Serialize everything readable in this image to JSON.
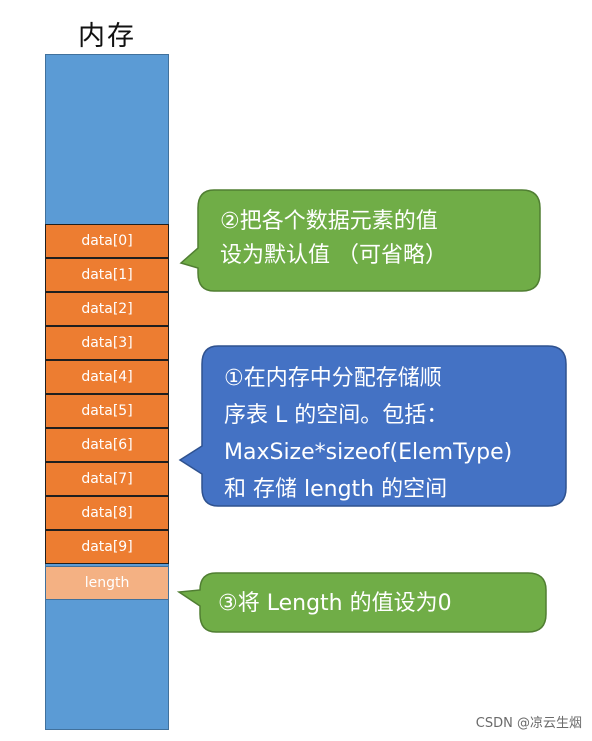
{
  "title": "内存",
  "cells": [
    "data[0]",
    "data[1]",
    "data[2]",
    "data[3]",
    "data[4]",
    "data[5]",
    "data[6]",
    "data[7]",
    "data[8]",
    "data[9]",
    "length"
  ],
  "callouts": {
    "green_top": {
      "lines": [
        "②把各个数据元素的值",
        "设为默认值 （可省略）"
      ]
    },
    "blue_middle": {
      "lines": [
        "①在内存中分配存储顺",
        "序表 L 的空间。包括：",
        "MaxSize*sizeof(ElemType)",
        "和 存储 length 的空间"
      ]
    },
    "green_bottom": {
      "lines": [
        "③将 Length 的值设为0"
      ]
    }
  },
  "footer": "CSDN @凉云生烟",
  "colors": {
    "memory_block": "#5b9bd5",
    "data_cell": "#ed7d31",
    "length_cell": "#f4b183",
    "green_callout": "#70ad47",
    "blue_callout": "#4472c4"
  }
}
